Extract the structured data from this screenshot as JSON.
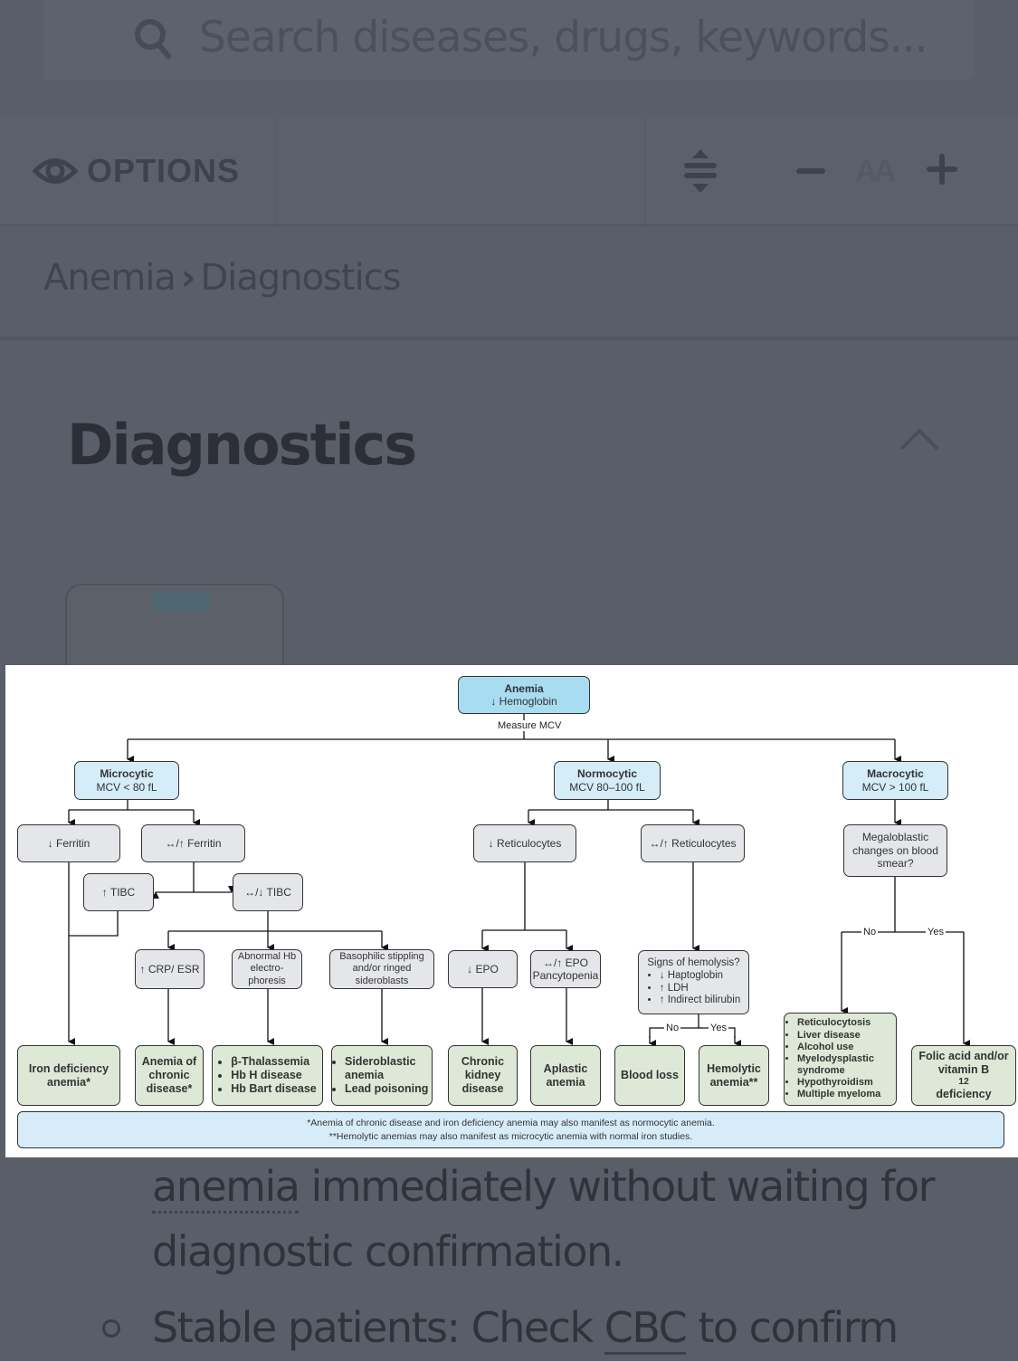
{
  "search": {
    "placeholder": "Search diseases, drugs, keywords...",
    "icon": "search-icon"
  },
  "toolbar": {
    "options_label": "OPTIONS",
    "options_icon": "eye-icon",
    "expand_icon": "expand-collapse-icon",
    "font_decrease_icon": "minus-icon",
    "font_size_label": "AA",
    "font_increase_icon": "plus-icon"
  },
  "breadcrumb": {
    "items": [
      "Anemia",
      "Diagnostics"
    ],
    "separator": "›"
  },
  "section": {
    "title": "Diagnostics",
    "collapse_icon": "chevron-up-icon"
  },
  "diagram": {
    "root": {
      "title": "Anemia",
      "subtitle": "↓ Hemoglobin"
    },
    "root_edge_label": "Measure MCV",
    "micro": {
      "title": "Microcytic",
      "subtitle": "MCV < 80 fL"
    },
    "normo": {
      "title": "Normocytic",
      "subtitle": "MCV 80–100 fL"
    },
    "macro": {
      "title": "Macrocytic",
      "subtitle": "MCV > 100 fL"
    },
    "low_ferritin": "↓ Ferritin",
    "nh_ferritin": "↔/↑ Ferritin",
    "high_tibc": "↑ TIBC",
    "nl_tibc": "↔/↓ TIBC",
    "crp": "↑ CRP/ ESR",
    "hb_electro": "Abnormal Hb electro-phoresis",
    "basophilic": "Basophilic stippling and/or ringed sideroblasts",
    "low_retic": "↓ Reticulocytes",
    "nh_retic": "↔/↑ Reticulocytes",
    "low_epo": "↓ EPO",
    "nh_epo": {
      "line1": "↔/↑ EPO",
      "line2": "Pancytopenia"
    },
    "hemolysis": {
      "question": "Signs of hemolysis?",
      "items": [
        "↓ Haptoglobin",
        "↑ LDH",
        "↑ Indirect bilirubin"
      ]
    },
    "megaloblastic": "Megaloblastic changes on blood smear?",
    "no_label": "No",
    "yes_label": "Yes",
    "outcomes": {
      "iron_def": "Iron deficiency anemia*",
      "chronic": "Anemia of chronic disease*",
      "thal": [
        "β-Thalassemia",
        "Hb H disease",
        "Hb Bart disease"
      ],
      "sidero": [
        "Sideroblastic anemia",
        "Lead poisoning"
      ],
      "ckd": "Chronic kidney disease",
      "aplastic": "Aplastic anemia",
      "blood_loss": "Blood loss",
      "hemolytic": "Hemolytic anemia**",
      "nonmegalo": [
        "Reticulocytosis",
        "Liver disease",
        "Alcohol use",
        "Myelodysplastic syndrome",
        "Hypothyroidism",
        "Multiple myeloma"
      ],
      "folic": "Folic acid and/or vitamin B12 deficiency"
    },
    "footnotes": [
      "*Anemia of chronic disease and iron deficiency anemia may also manifest as normocytic anemia.",
      "**Hemolytic anemias may also manifest as microcytic anemia with normal iron studies."
    ],
    "colors": {
      "root": "#a8dcf0",
      "category": "#d5edf8",
      "test": "#e4e6ea",
      "outcome": "#dde8d6",
      "footnote": "#d6ecf8"
    }
  },
  "content": {
    "line1_link": "anemia",
    "line1_rest": " immediately without waiting for",
    "line2": "diagnostic confirmation.",
    "line3_pre": "Stable patients: Check ",
    "line3_link": "CBC",
    "line3_post": " to confirm"
  }
}
